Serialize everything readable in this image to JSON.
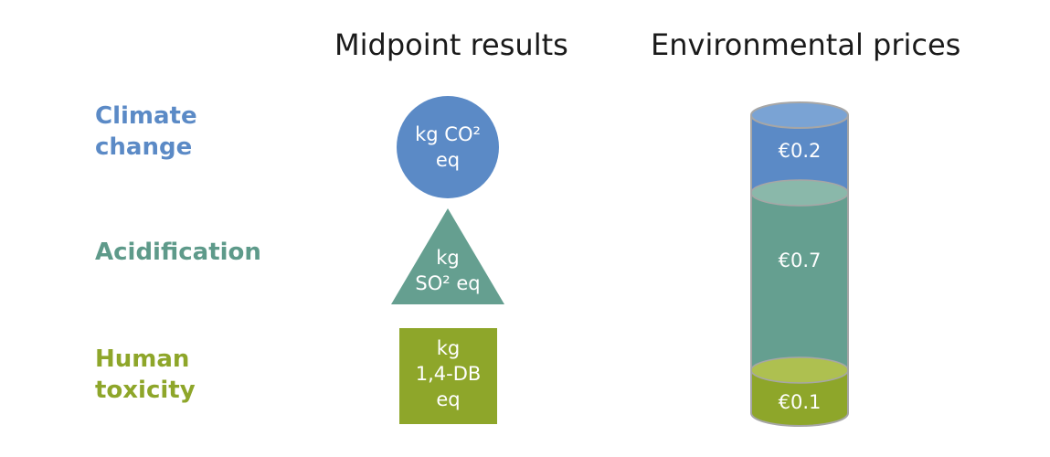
{
  "headings": {
    "midpoint": "Midpoint results",
    "prices": "Environmental prices"
  },
  "categories": [
    {
      "label_line1": "Climate",
      "label_line2": "change",
      "color": "#5b8ac6"
    },
    {
      "label_line1": "Acidification",
      "color": "#5e9a8a"
    },
    {
      "label_line1": "Human",
      "label_line2": "toxicity",
      "color": "#8ea62a"
    }
  ],
  "units": {
    "climate": {
      "line1": "kg CO²",
      "line2": "eq"
    },
    "acid": {
      "line1": "kg",
      "line2": "SO² eq"
    },
    "tox": {
      "line1": "kg",
      "line2": "1,4-DB",
      "line3": "eq"
    }
  },
  "prices": {
    "climate": "€0.2",
    "acid": "€0.7",
    "tox": "€0.1"
  },
  "colors": {
    "blue": "#5b8ac6",
    "blue_top": "#7aa3d4",
    "green": "#659f90",
    "green_top": "#8ab8aa",
    "olive": "#8ea62a",
    "olive_top": "#aec050",
    "outline": "#a6a6a6"
  }
}
